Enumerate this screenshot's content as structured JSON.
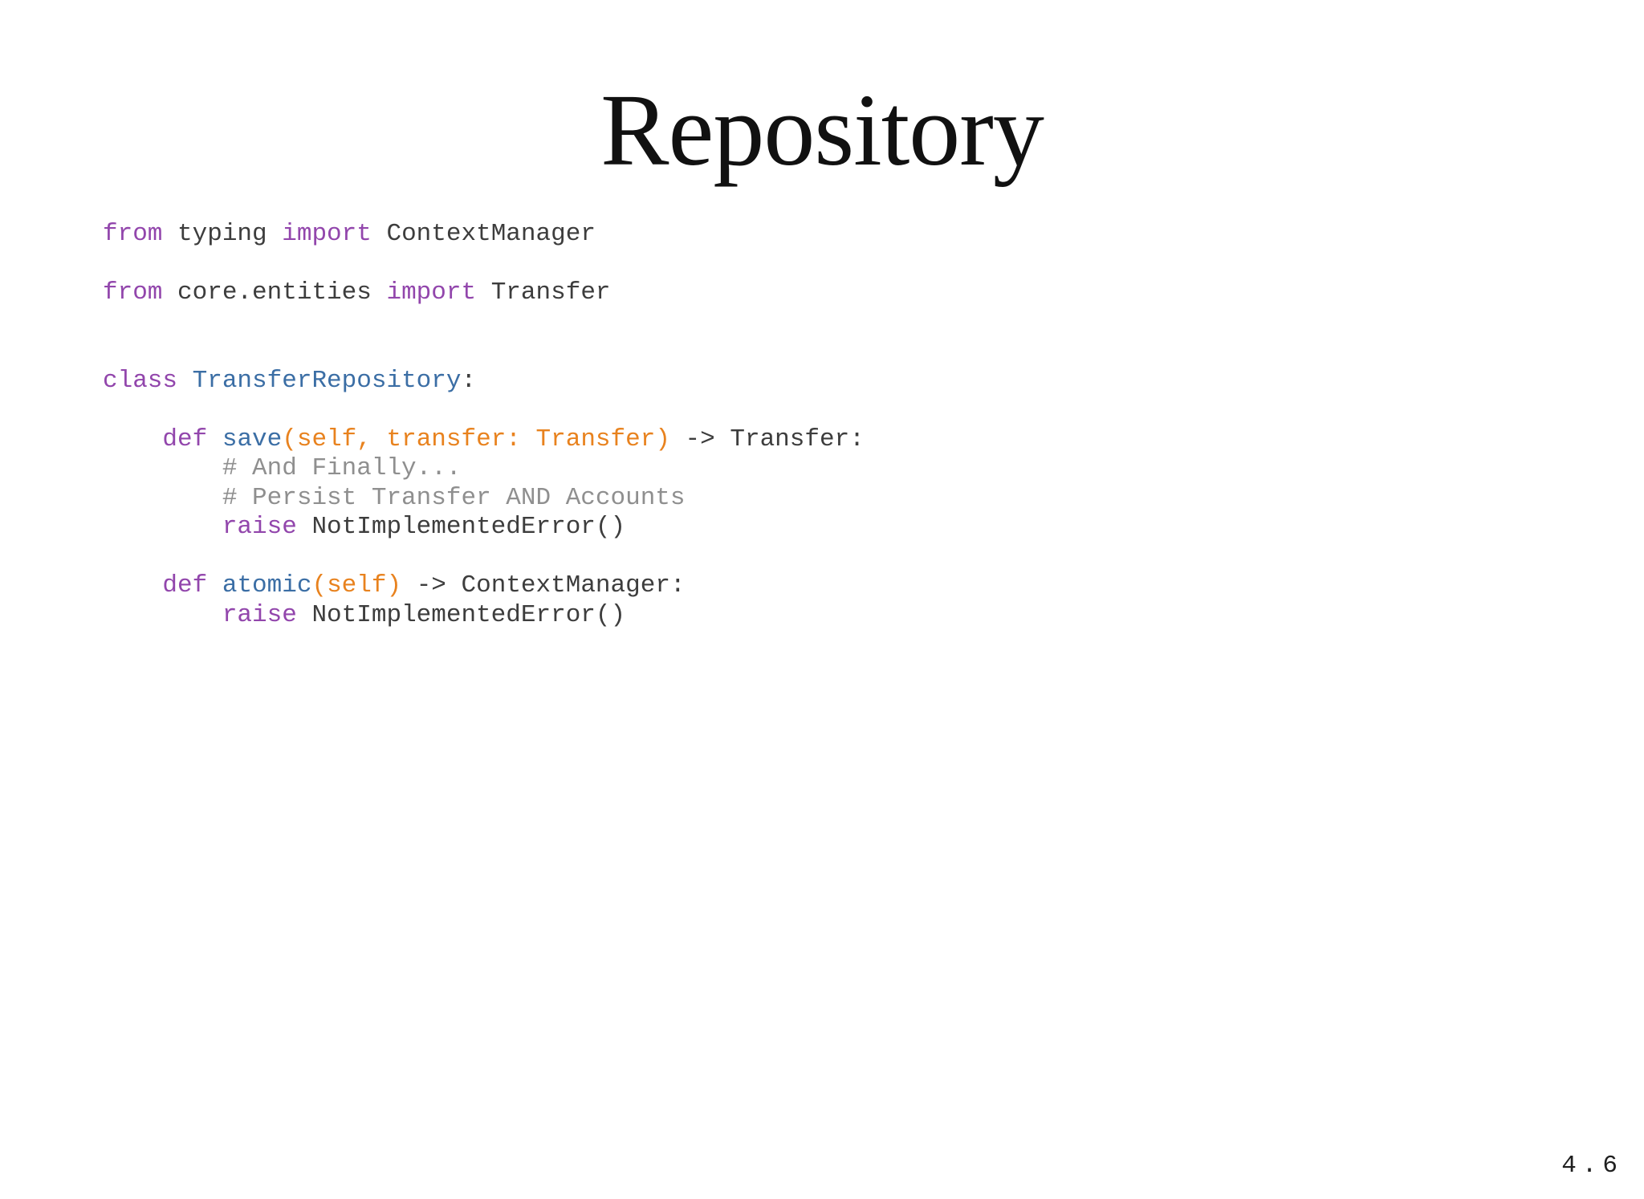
{
  "slide": {
    "title": "Repository",
    "slide_number": "4.6"
  },
  "colors": {
    "background": "#ffffff",
    "title_text": "#111111",
    "keyword": "#9246ac",
    "name": "#3b6ea5",
    "args": "#e8821e",
    "comment": "#8f8f8f",
    "text": "#3d3d3d",
    "slide_number_text": "#1f1f1f"
  },
  "code": {
    "language": "python",
    "lines": [
      [
        {
          "t": "from",
          "s": "kw"
        },
        {
          "t": " typing ",
          "s": "tx"
        },
        {
          "t": "import",
          "s": "kw"
        },
        {
          "t": " ContextManager",
          "s": "tx"
        }
      ],
      [],
      [
        {
          "t": "from",
          "s": "kw"
        },
        {
          "t": " core.entities ",
          "s": "tx"
        },
        {
          "t": "import",
          "s": "kw"
        },
        {
          "t": " Transfer",
          "s": "tx"
        }
      ],
      [],
      [],
      [
        {
          "t": "class",
          "s": "kw"
        },
        {
          "t": " ",
          "s": "tx"
        },
        {
          "t": "TransferRepository",
          "s": "nm"
        },
        {
          "t": ":",
          "s": "tx"
        }
      ],
      [],
      [
        {
          "t": "    ",
          "s": "tx"
        },
        {
          "t": "def",
          "s": "kw"
        },
        {
          "t": " ",
          "s": "tx"
        },
        {
          "t": "save",
          "s": "nm"
        },
        {
          "t": "(self, transfer: Transfer)",
          "s": "ar"
        },
        {
          "t": " -> Transfer:",
          "s": "tx"
        }
      ],
      [
        {
          "t": "        # And Finally...",
          "s": "cm"
        }
      ],
      [
        {
          "t": "        # Persist Transfer AND Accounts",
          "s": "cm"
        }
      ],
      [
        {
          "t": "        ",
          "s": "tx"
        },
        {
          "t": "raise",
          "s": "kw"
        },
        {
          "t": " NotImplementedError()",
          "s": "tx"
        }
      ],
      [],
      [
        {
          "t": "    ",
          "s": "tx"
        },
        {
          "t": "def",
          "s": "kw"
        },
        {
          "t": " ",
          "s": "tx"
        },
        {
          "t": "atomic",
          "s": "nm"
        },
        {
          "t": "(self)",
          "s": "ar"
        },
        {
          "t": " -> ContextManager:",
          "s": "tx"
        }
      ],
      [
        {
          "t": "        ",
          "s": "tx"
        },
        {
          "t": "raise",
          "s": "kw"
        },
        {
          "t": " NotImplementedError()",
          "s": "tx"
        }
      ]
    ]
  }
}
